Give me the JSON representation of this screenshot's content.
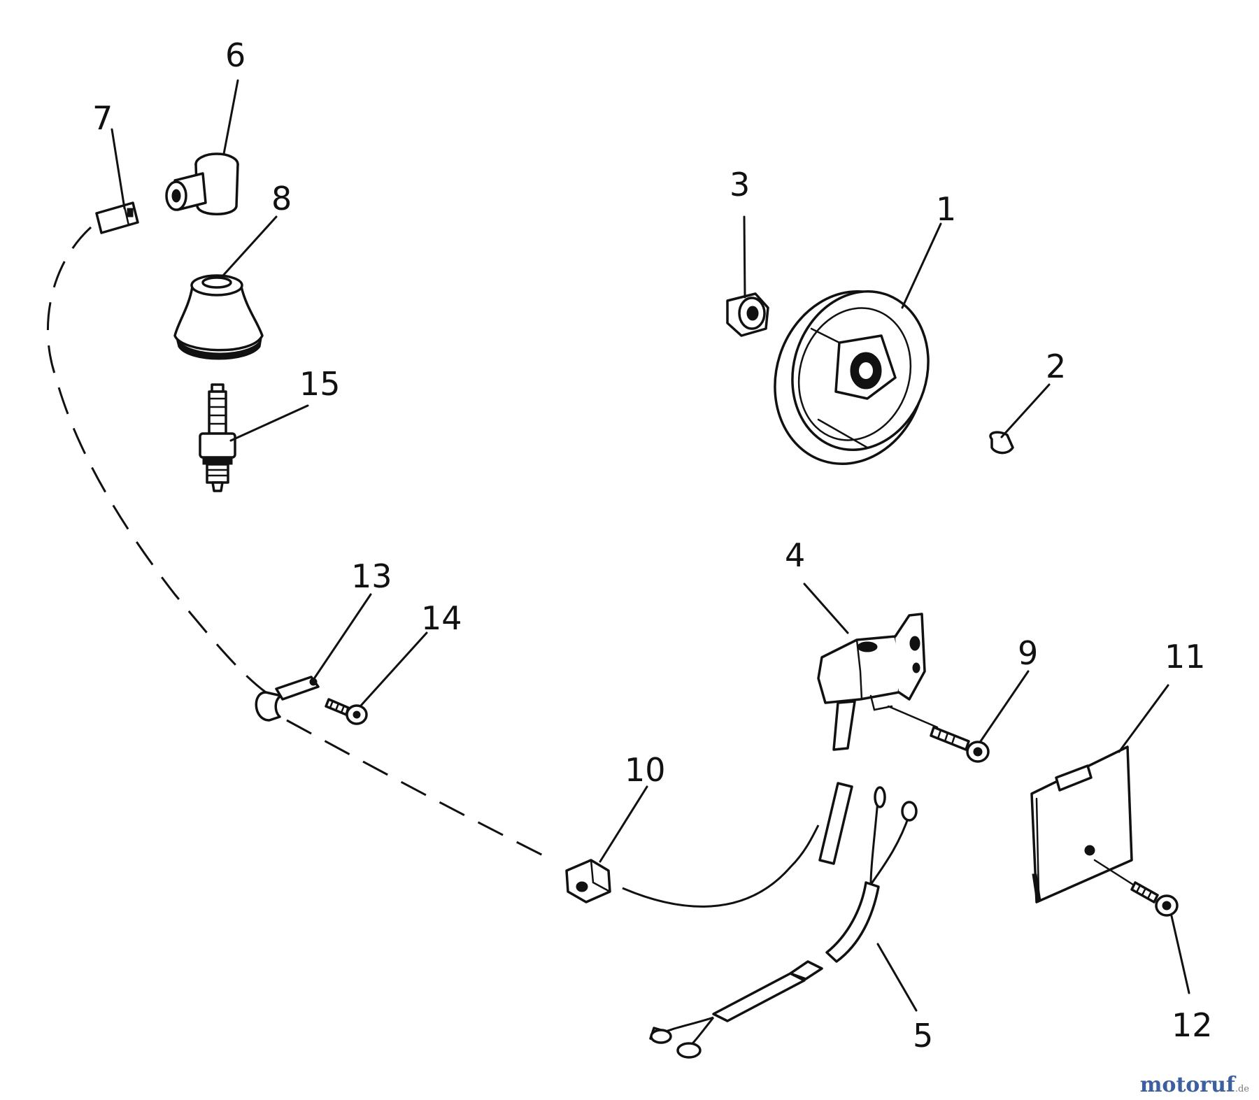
{
  "callouts": {
    "p1": "1",
    "p2": "2",
    "p3": "3",
    "p4": "4",
    "p5": "5",
    "p6": "6",
    "p7": "7",
    "p8": "8",
    "p9": "9",
    "p10": "10",
    "p11": "11",
    "p12": "12",
    "p13": "13",
    "p14": "14",
    "p15": "15"
  },
  "watermark": {
    "main": "motoruf",
    "suffix": ".de"
  }
}
